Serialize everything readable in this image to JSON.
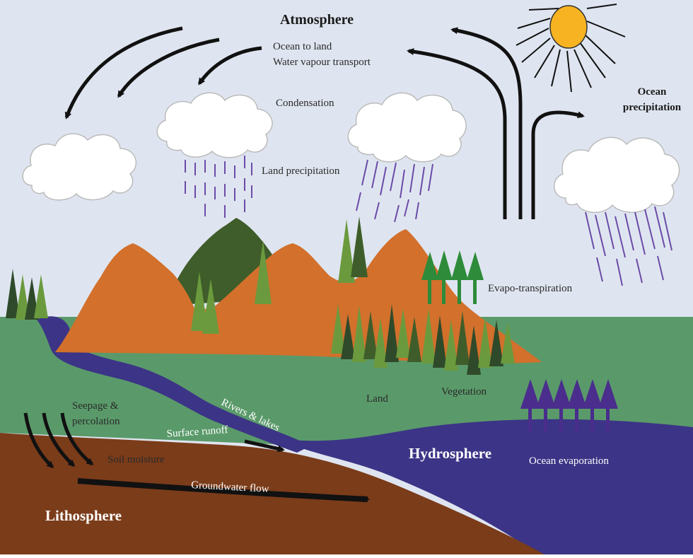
{
  "labels": {
    "atmosphere": "Atmosphere",
    "ocean_to_land": "Ocean to land",
    "water_vapour_transport": "Water vapour transport",
    "condensation": "Condensation",
    "land_precipitation": "Land precipitation",
    "ocean_precipitation_1": "Ocean",
    "ocean_precipitation_2": "precipitation",
    "evapo_transpiration": "Evapo-transpiration",
    "seepage_1": "Seepage &",
    "seepage_2": "percolation",
    "rivers_lakes": "Rivers & lakes",
    "surface_runoff": "Surface runoff",
    "soil_moisture": "Soil moisture",
    "groundwater_flow": "Groundwater flow",
    "land": "Land",
    "vegetation": "Vegetation",
    "hydrosphere": "Hydrosphere",
    "ocean_evaporation": "Ocean evaporation",
    "lithosphere": "Lithosphere"
  },
  "colors": {
    "sky": "#dfe5f0",
    "land_green": "#5a9a6a",
    "mountain_orange": "#d2702c",
    "mountain_green": "#3f5d2a",
    "ocean": "#3c3486",
    "soil": "#7b3c1a",
    "rain": "#6b4ba8",
    "cloud": "#ffffff",
    "sun": "#f7b322",
    "arrow": "#111111",
    "tree_dark": "#2f4a2a",
    "tree_light": "#6b9a3e",
    "evap_tree": "#2e8b3a",
    "ocean_evap_tree": "#4a2d8c"
  }
}
